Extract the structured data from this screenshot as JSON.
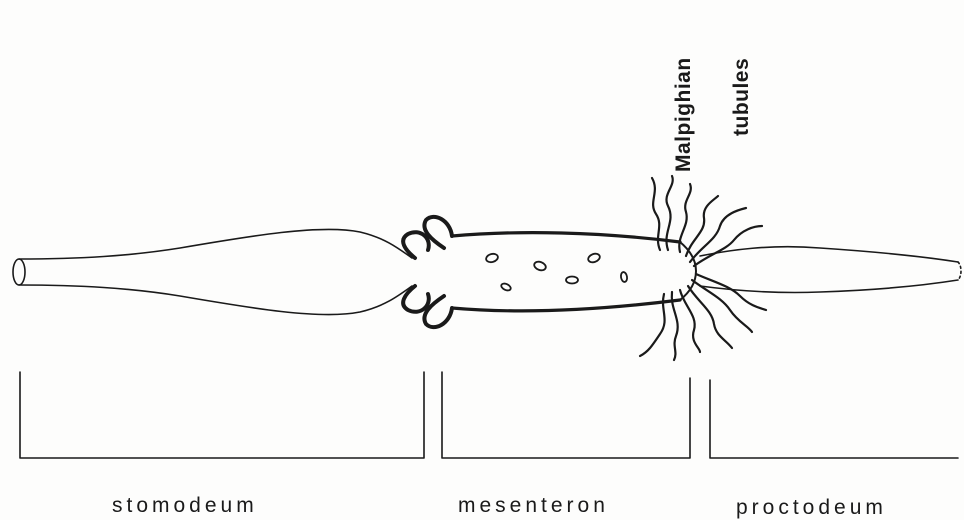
{
  "diagram": {
    "labels": {
      "malpighian": "Malpighian",
      "tubules": "tubules"
    },
    "regions": {
      "stomodeum": "stomodeum",
      "mesenteron": "mesenteron",
      "proctodeum": "proctodeum"
    },
    "colors": {
      "ink": "#1a1a1a",
      "background": "#fdfdfc"
    }
  }
}
